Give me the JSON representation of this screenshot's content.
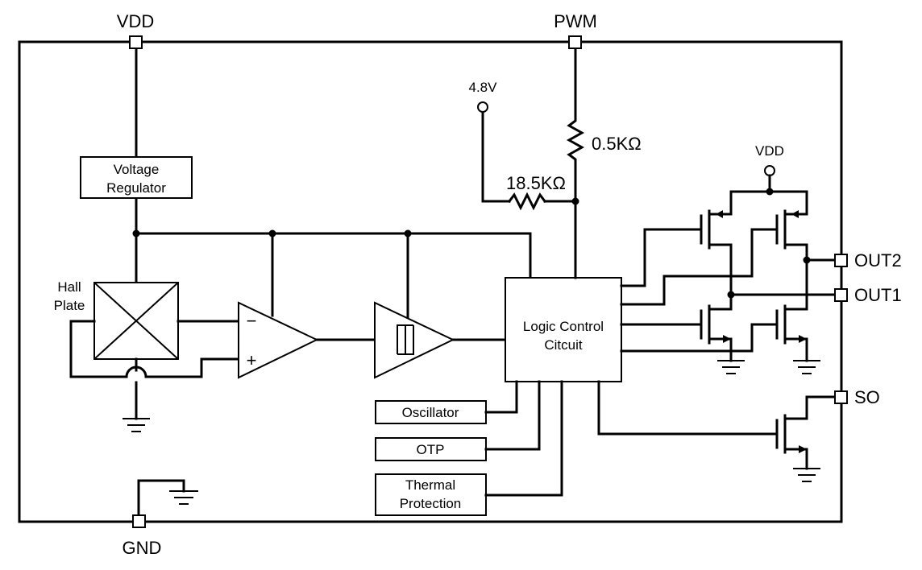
{
  "pins": {
    "vdd": "VDD",
    "pwm": "PWM",
    "gnd": "GND",
    "out2": "OUT2",
    "out1": "OUT1",
    "so": "SO"
  },
  "labels": {
    "v48": "4.8V",
    "vdd_small": "VDD",
    "r_05k": "0.5KΩ",
    "r_185k": "18.5KΩ",
    "hall_line1": "Hall",
    "hall_line2": "Plate",
    "minus": "−",
    "plus": "+"
  },
  "blocks": {
    "voltage_regulator": [
      "Voltage",
      "Regulator"
    ],
    "logic_control": [
      "Logic Control",
      "Citcuit"
    ],
    "oscillator": "Oscillator",
    "otp": "OTP",
    "thermal_protection": [
      "Thermal",
      "Protection"
    ]
  }
}
